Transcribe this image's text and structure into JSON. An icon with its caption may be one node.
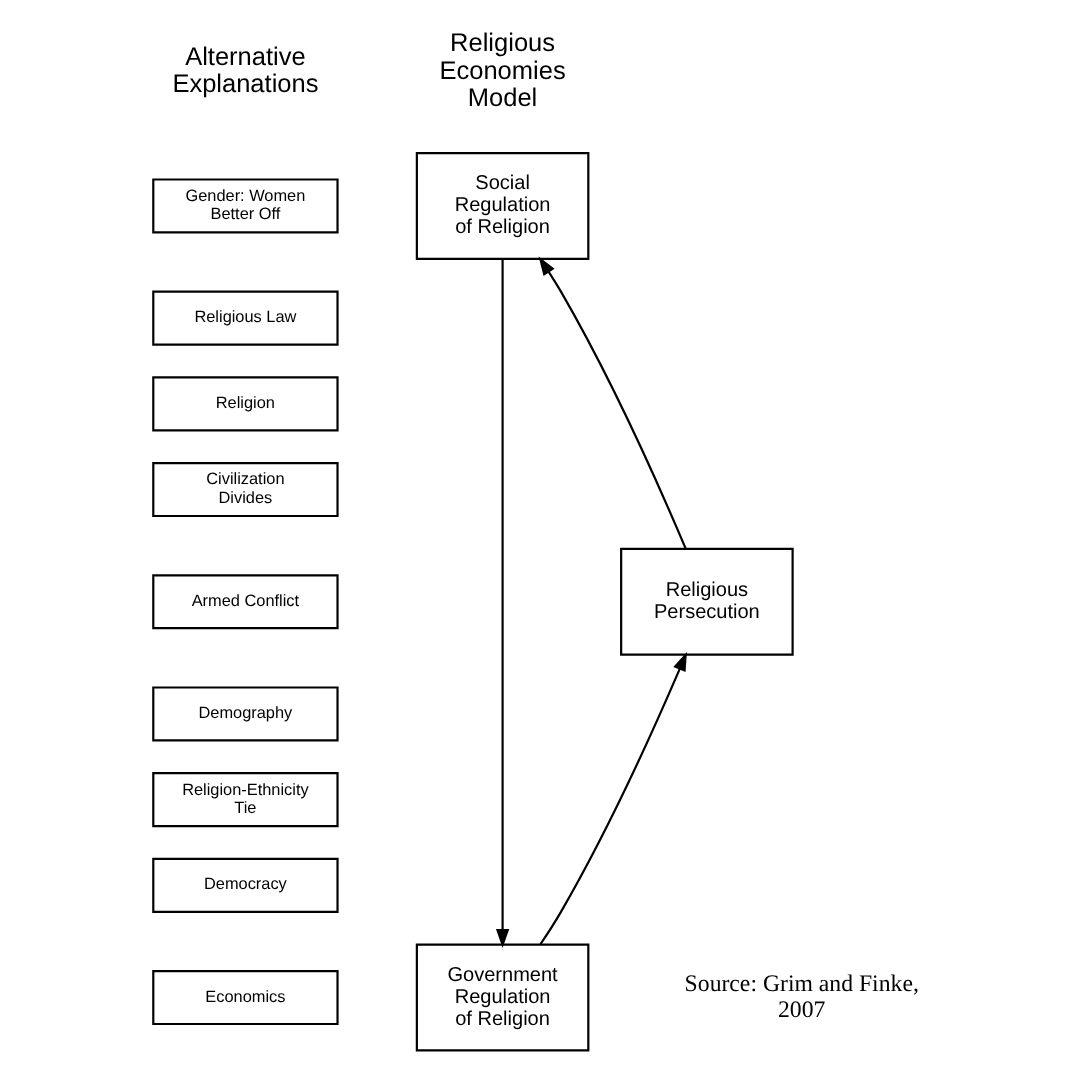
{
  "diagram": {
    "nodes": [
      {
        "text": [
          "Gender: Women Better Off"
        ]
      },
      {
        "text": [
          "Religious Law"
        ]
      },
      {
        "text": [
          "Religion"
        ]
      },
      {
        "text": [
          "Civilization Divides"
        ]
      },
      {
        "text": [
          "Armed Conflict"
        ]
      },
      {
        "text": [
          "Demography"
        ]
      },
      {
        "text": [
          "Religion-Ethnicity Tie"
        ]
      },
      {
        "text": [
          "Democracy"
        ]
      },
      {
        "text": [
          "Economics"
        ]
      },
      {
        "text": [
          "Social Regulation of Religion"
        ]
      },
      {
        "text": [
          "Religious Persecution"
        ]
      },
      {
        "text": [
          "Government Regulation of Religion"
        ]
      }
    ],
    "edges": [
      {
        "from": 9,
        "to": 11,
        "arrow": "to"
      },
      {
        "from": 11,
        "to": 10,
        "arrow": "to"
      },
      {
        "from": 10,
        "to": 9,
        "arrow": "to"
      }
    ],
    "labels": [
      "Alternative Explanations",
      "Religious Economies Model",
      "Source: Grim and Finke, 2007"
    ]
  }
}
